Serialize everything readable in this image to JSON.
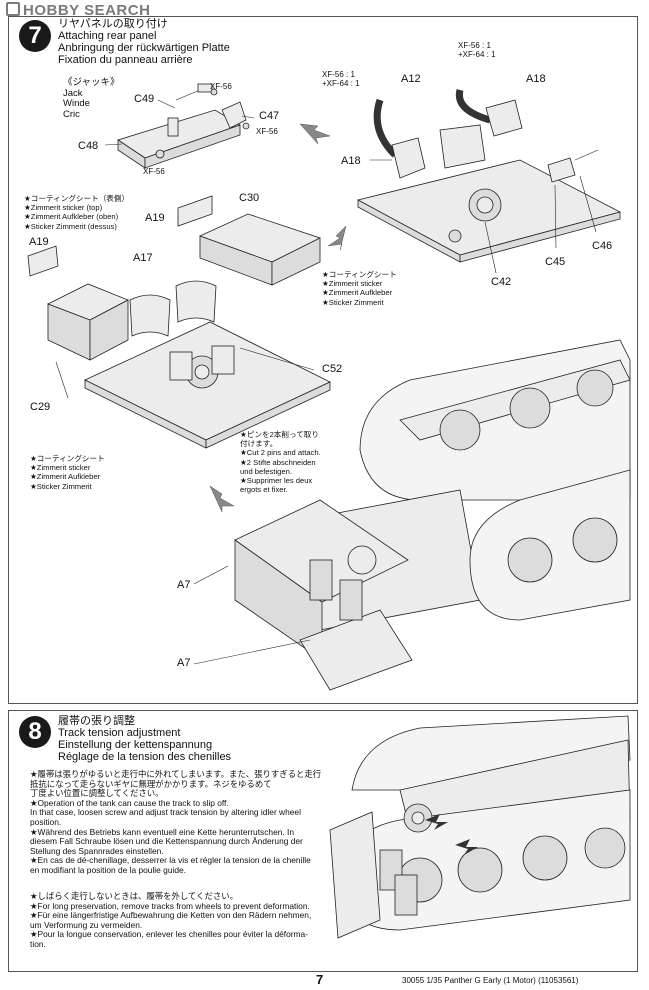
{
  "watermark": "HOBBY SEARCH",
  "step7": {
    "number": "7",
    "title_jp": "リヤパネルの取り付け",
    "title_en": "Attaching rear panel",
    "title_de": "Anbringung der rückwärtigen Platte",
    "title_fr": "Fixation du panneau arrière",
    "jack_jp": "《ジャッキ》",
    "jack_en": "Jack",
    "jack_de": "Winde",
    "jack_fr": "Cric",
    "labels": {
      "c49": "C49",
      "c47": "C47",
      "c48": "C48",
      "xf56a": "XF-56",
      "xf56b": "XF-56",
      "xf56c": "XF-56",
      "paint1a": "XF-56 : 1",
      "paint1b": "+XF-64 : 1",
      "paint2a": "XF-56 : 1",
      "paint2b": "+XF-64 : 1",
      "a12": "A12",
      "a18a": "A18",
      "a18b": "A18",
      "c46": "C46",
      "c45": "C45",
      "c42": "C42",
      "a19a": "A19",
      "a19b": "A19",
      "c30": "C30",
      "a17": "A17",
      "c52": "C52",
      "c29": "C29",
      "a7a": "A7",
      "a7b": "A7"
    },
    "zim_top_jp": "★コーティングシート（表側）",
    "zim_top_en": "★Zimmerit sticker (top)",
    "zim_top_de": "★Zimmerit Aufkleber (oben)",
    "zim_top_fr": "★Sticker Zimmerit (dessus)",
    "zim_r_jp": "★コーティングシート",
    "zim_r_en": "★Zimmerit sticker",
    "zim_r_de": "★Zimmerit Aufkleber",
    "zim_r_fr": "★Sticker Zimmerit",
    "zim_l_jp": "★コーティングシート",
    "zim_l_en": "★Zimmerit sticker",
    "zim_l_de": "★Zimmerit Aufkleber",
    "zim_l_fr": "★Sticker Zimmerit",
    "pins_jp1": "★ピンを2本削って取り",
    "pins_jp2": "付けます。",
    "pins_en": "★Cut 2 pins and attach.",
    "pins_de1": "★2 Stifte abschneiden",
    "pins_de2": "und befestigen.",
    "pins_fr1": "★Supprimer les deux",
    "pins_fr2": "ergots et fixer."
  },
  "step8": {
    "number": "8",
    "title_jp": "履帯の張り調整",
    "title_en": "Track tension adjustment",
    "title_de": "Einstellung der kettenspannung",
    "title_fr": "Réglage de la tension des chenilles",
    "p1_jp1": "★履帯は張りがゆるいと走行中に外れてしまいます。また、張りすぎると走行",
    "p1_jp2": "抵抗になって走らないギヤに無理がかかります。ネジをゆるめて",
    "p1_jp3": "丁度よい位置に調整してください。",
    "p1_en1": "★Operation of the tank can cause the track to slip off.",
    "p1_en2": "In that case, loosen screw and adjust track tension by altering idler wheel",
    "p1_en3": "position.",
    "p1_de1": "★Während des Betriebs kann eventuell eine Kette herunterrutschen. In",
    "p1_de2": "diesem Fall Schraube lösen und die Kettenspannung durch Änderung der",
    "p1_de3": "Stellung des Spannrades einstellen.",
    "p1_fr1": "★En cas de dé-chenillage, desserrer la vis et régler la tension de la chenille",
    "p1_fr2": "en modifiant la position de la poulie guide.",
    "p2_jp": "★しばらく走行しないときは、履帯を外してください。",
    "p2_en": "★For long preservation, remove tracks from wheels to prevent deformation.",
    "p2_de1": "★Für eine längerfristige Aufbewahrung die Ketten von den Rädern nehmen,",
    "p2_de2": "um Verformung zu vermeiden.",
    "p2_fr1": "★Pour la longue conservation, enlever les chenilles pour éviter la déforma-",
    "p2_fr2": "tion."
  },
  "footer": {
    "page": "7",
    "info": "30055  1/35 Panther G Early (1 Motor) (11053561)"
  }
}
